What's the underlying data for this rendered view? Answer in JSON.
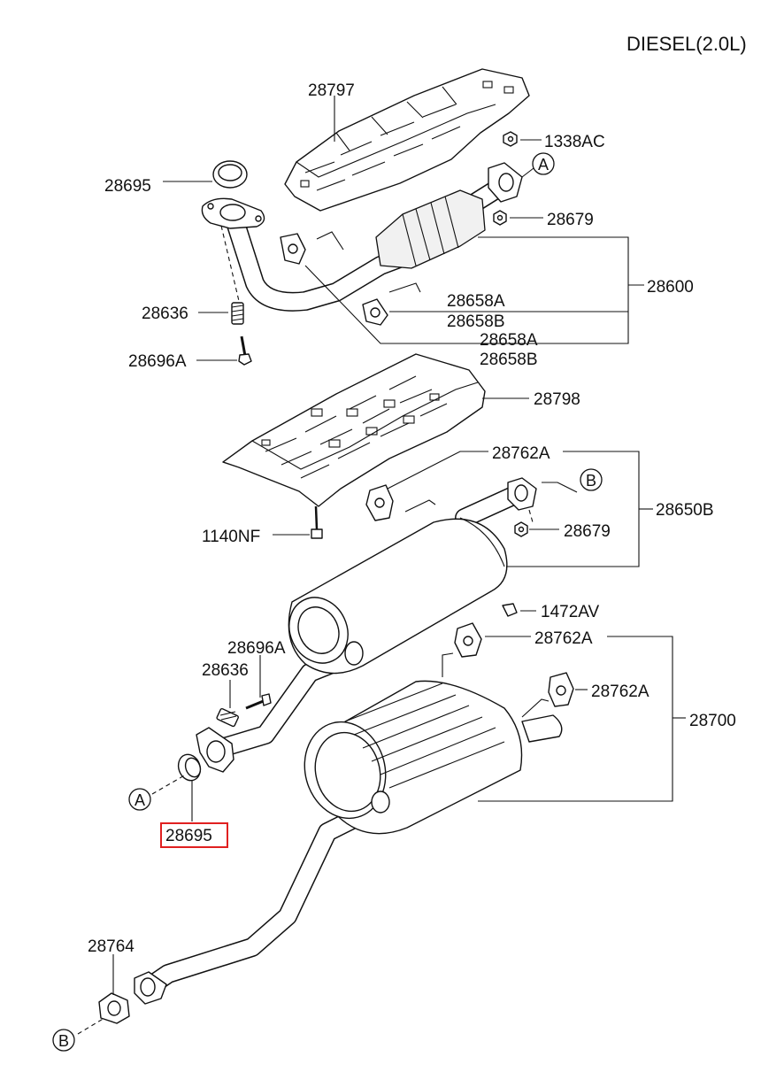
{
  "title": "DIESEL(2.0L)",
  "labels": {
    "l28797": "28797",
    "l28695_top": "28695",
    "l1338AC": "1338AC",
    "l28679_top": "28679",
    "l28600": "28600",
    "l28636_top": "28636",
    "l28658A_1": "28658A",
    "l28658B_1": "28658B",
    "l28658A_2": "28658A",
    "l28658B_2": "28658B",
    "l28696A_top": "28696A",
    "l28798": "28798",
    "l28762A_1": "28762A",
    "l28650B": "28650B",
    "l1140NF": "1140NF",
    "l28679_mid": "28679",
    "l1472AV": "1472AV",
    "l28696A_mid": "28696A",
    "l28762A_2": "28762A",
    "l28636_mid": "28636",
    "l28762A_3": "28762A",
    "l28700": "28700",
    "l28695_highlight": "28695",
    "l28764": "28764"
  },
  "connectors": {
    "a_top": "A",
    "b_mid": "B",
    "a_bottom": "A",
    "b_bottom": "B"
  },
  "highlight": {
    "part": "28695",
    "color": "#e02020"
  }
}
